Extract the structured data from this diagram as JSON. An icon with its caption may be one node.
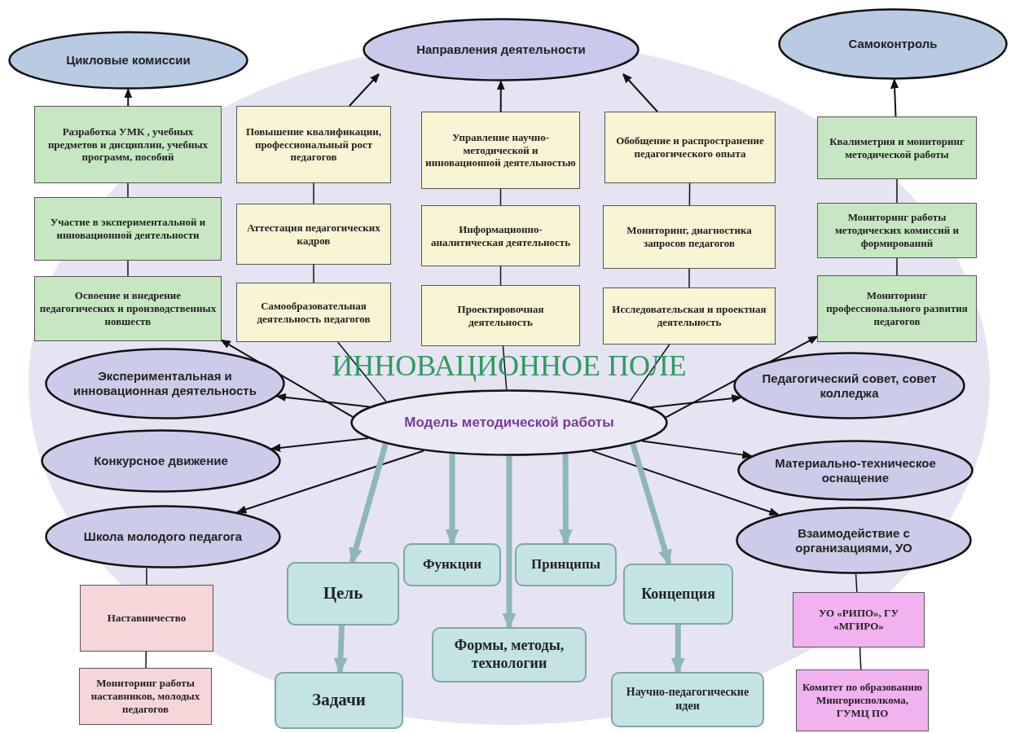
{
  "diagram": {
    "nodes": [
      {
        "text": [
          "Цикловые комиссии"
        ]
      },
      {
        "text": [
          "Направления деятельности"
        ]
      },
      {
        "text": [
          "Самоконтроль"
        ]
      },
      {
        "text": [
          "Разработка УМК , учебных предметов и дисциплин, учебных программ, пособий"
        ]
      },
      {
        "text": [
          "Повышение квалификации, профессиональный рост педагогов"
        ]
      },
      {
        "text": [
          "Управление научно-методической и инновационной деятельностью"
        ]
      },
      {
        "text": [
          "Обобщение и распространение педагогического опыта"
        ]
      },
      {
        "text": [
          "Квалиметрия и мониторинг методической работы"
        ]
      },
      {
        "text": [
          "Участие в экспериментальной и инновационной деятельности"
        ]
      },
      {
        "text": [
          "Аттестация педагогических кадров"
        ]
      },
      {
        "text": [
          "Информационно-аналитическая деятельность"
        ]
      },
      {
        "text": [
          "Мониторинг, диагностика запросов педагогов"
        ]
      },
      {
        "text": [
          "Мониторинг работы методических комиссий и формирований"
        ]
      },
      {
        "text": [
          "Освоение и внедрение педагогических и производственных новшеств"
        ]
      },
      {
        "text": [
          "Самообразовательная деятельность педагогов"
        ]
      },
      {
        "text": [
          "Проектировочная деятельность"
        ]
      },
      {
        "text": [
          "Исследовательская и проектная деятельность"
        ]
      },
      {
        "text": [
          "Мониторинг профессионального развития педагогов"
        ]
      },
      {
        "text": [
          "Экспериментальная и инновационная деятельность"
        ]
      },
      {
        "text": [
          "Педагогический совет, совет колледжа"
        ]
      },
      {
        "text": [
          "Модель методической работы"
        ]
      },
      {
        "text": [
          "Конкурсное движение"
        ]
      },
      {
        "text": [
          "Материально-техническое оснащение"
        ]
      },
      {
        "text": [
          "Школа молодого педагога"
        ]
      },
      {
        "text": [
          "Взаимодействие с организациями, УО"
        ]
      },
      {
        "text": [
          "Функции"
        ]
      },
      {
        "text": [
          "Принципы"
        ]
      },
      {
        "text": [
          "Цель"
        ]
      },
      {
        "text": [
          "Наставничество"
        ]
      },
      {
        "text": [
          "Концепция"
        ]
      },
      {
        "text": [
          "УО «РИПО», ГУ «МГИРО»"
        ]
      },
      {
        "text": [
          "Формы, методы, технологии"
        ]
      },
      {
        "text": [
          "Задачи"
        ]
      },
      {
        "text": [
          "Мониторинг работы наставников, молодых педагогов"
        ]
      },
      {
        "text": [
          "Научно-педагогические идеи"
        ]
      },
      {
        "text": [
          "Комитет по образованию Мингорисполкома, ГУМЦ ПО"
        ]
      }
    ],
    "edges": [
      {
        "from": 3,
        "to": 0,
        "arrow": "to"
      },
      {
        "from": 3,
        "to": 8,
        "arrow": "none"
      },
      {
        "from": 8,
        "to": 13,
        "arrow": "none"
      },
      {
        "from": 20,
        "to": 13,
        "arrow": "to"
      },
      {
        "from": 4,
        "to": 1,
        "arrow": "to"
      },
      {
        "from": 4,
        "to": 9,
        "arrow": "none"
      },
      {
        "from": 9,
        "to": 14,
        "arrow": "none"
      },
      {
        "from": 14,
        "to": 20,
        "arrow": "none"
      },
      {
        "from": 5,
        "to": 1,
        "arrow": "to"
      },
      {
        "from": 5,
        "to": 10,
        "arrow": "none"
      },
      {
        "from": 10,
        "to": 15,
        "arrow": "none"
      },
      {
        "from": 15,
        "to": 20,
        "arrow": "none"
      },
      {
        "from": 6,
        "to": 1,
        "arrow": "to"
      },
      {
        "from": 6,
        "to": 11,
        "arrow": "none"
      },
      {
        "from": 11,
        "to": 16,
        "arrow": "none"
      },
      {
        "from": 16,
        "to": 20,
        "arrow": "none"
      },
      {
        "from": 7,
        "to": 2,
        "arrow": "to"
      },
      {
        "from": 7,
        "to": 12,
        "arrow": "none"
      },
      {
        "from": 12,
        "to": 17,
        "arrow": "none"
      },
      {
        "from": 20,
        "to": 17,
        "arrow": "to"
      },
      {
        "from": 20,
        "to": 18,
        "arrow": "to"
      },
      {
        "from": 20,
        "to": 19,
        "arrow": "to"
      },
      {
        "from": 20,
        "to": 21,
        "arrow": "to"
      },
      {
        "from": 20,
        "to": 22,
        "arrow": "to"
      },
      {
        "from": 20,
        "to": 23,
        "arrow": "to"
      },
      {
        "from": 20,
        "to": 24,
        "arrow": "to"
      },
      {
        "from": 23,
        "to": 28,
        "arrow": "none"
      },
      {
        "from": 28,
        "to": 33,
        "arrow": "none"
      },
      {
        "from": 24,
        "to": 30,
        "arrow": "none"
      },
      {
        "from": 30,
        "to": 35,
        "arrow": "none"
      },
      {
        "from": 20,
        "to": 27,
        "arrow": "to",
        "style": "thick",
        "color": "#8fb6ba"
      },
      {
        "from": 27,
        "to": 32,
        "arrow": "to",
        "style": "thick",
        "color": "#8fb6ba"
      },
      {
        "from": 20,
        "to": 25,
        "arrow": "to",
        "style": "thick",
        "color": "#8fb6ba"
      },
      {
        "from": 20,
        "to": 31,
        "arrow": "to",
        "style": "thick",
        "color": "#8fb6ba"
      },
      {
        "from": 20,
        "to": 26,
        "arrow": "to",
        "style": "thick",
        "color": "#8fb6ba"
      },
      {
        "from": 20,
        "to": 29,
        "arrow": "to",
        "style": "thick",
        "color": "#8fb6ba"
      },
      {
        "from": 29,
        "to": 34,
        "arrow": "to",
        "style": "thick",
        "color": "#8fb6ba"
      }
    ],
    "labels": [
      "ИННОВАЦИОННОЕ ПОЛЕ"
    ]
  }
}
